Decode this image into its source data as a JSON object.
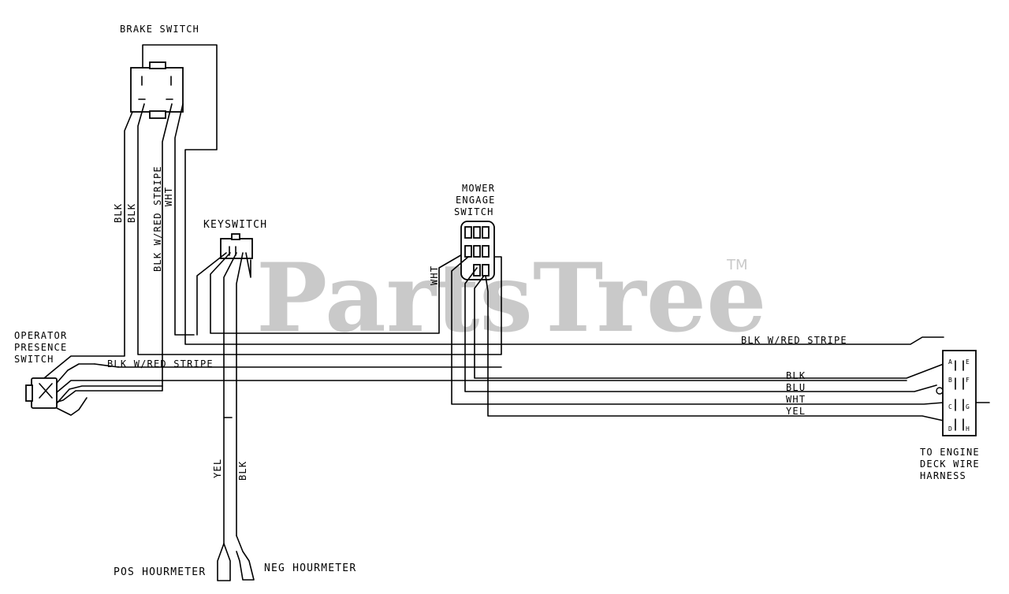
{
  "watermark": {
    "text": "PartsTree",
    "trademark": "TM"
  },
  "components": {
    "brake_switch": "BRAKE SWITCH",
    "keyswitch": "KEYSWITCH",
    "mower_engage_switch": [
      "MOWER",
      "ENGAGE",
      "SWITCH"
    ],
    "operator_presence_switch": [
      "OPERATOR",
      "PRESENCE",
      "SWITCH"
    ],
    "engine_deck_harness": [
      "TO ENGINE",
      "DECK WIRE",
      "HARNESS"
    ],
    "pos_hourmeter": "POS HOURMETER",
    "neg_hourmeter": "NEG HOURMETER"
  },
  "wire_labels": {
    "brake_blk_1": "BLK",
    "brake_blk_2": "BLK",
    "brake_blk_red": "BLK W/RED STRIPE",
    "brake_wht": "WHT",
    "mower_wht": "WHT",
    "main_blk_red": "BLK W/RED STRIPE",
    "operator_blk_red": "BLK W/RED STRIPE",
    "harness_blk": "BLK",
    "harness_blu": "BLU",
    "harness_wht": "WHT",
    "harness_yel": "YEL",
    "hour_yel": "YEL",
    "hour_blk": "BLK"
  },
  "harness_pins": {
    "left": [
      "A",
      "B",
      "C",
      "D"
    ],
    "right": [
      "E",
      "F",
      "G",
      "H"
    ]
  },
  "colors": {
    "line": "#000000",
    "watermark": "#c9c9c9",
    "background": "#ffffff"
  }
}
